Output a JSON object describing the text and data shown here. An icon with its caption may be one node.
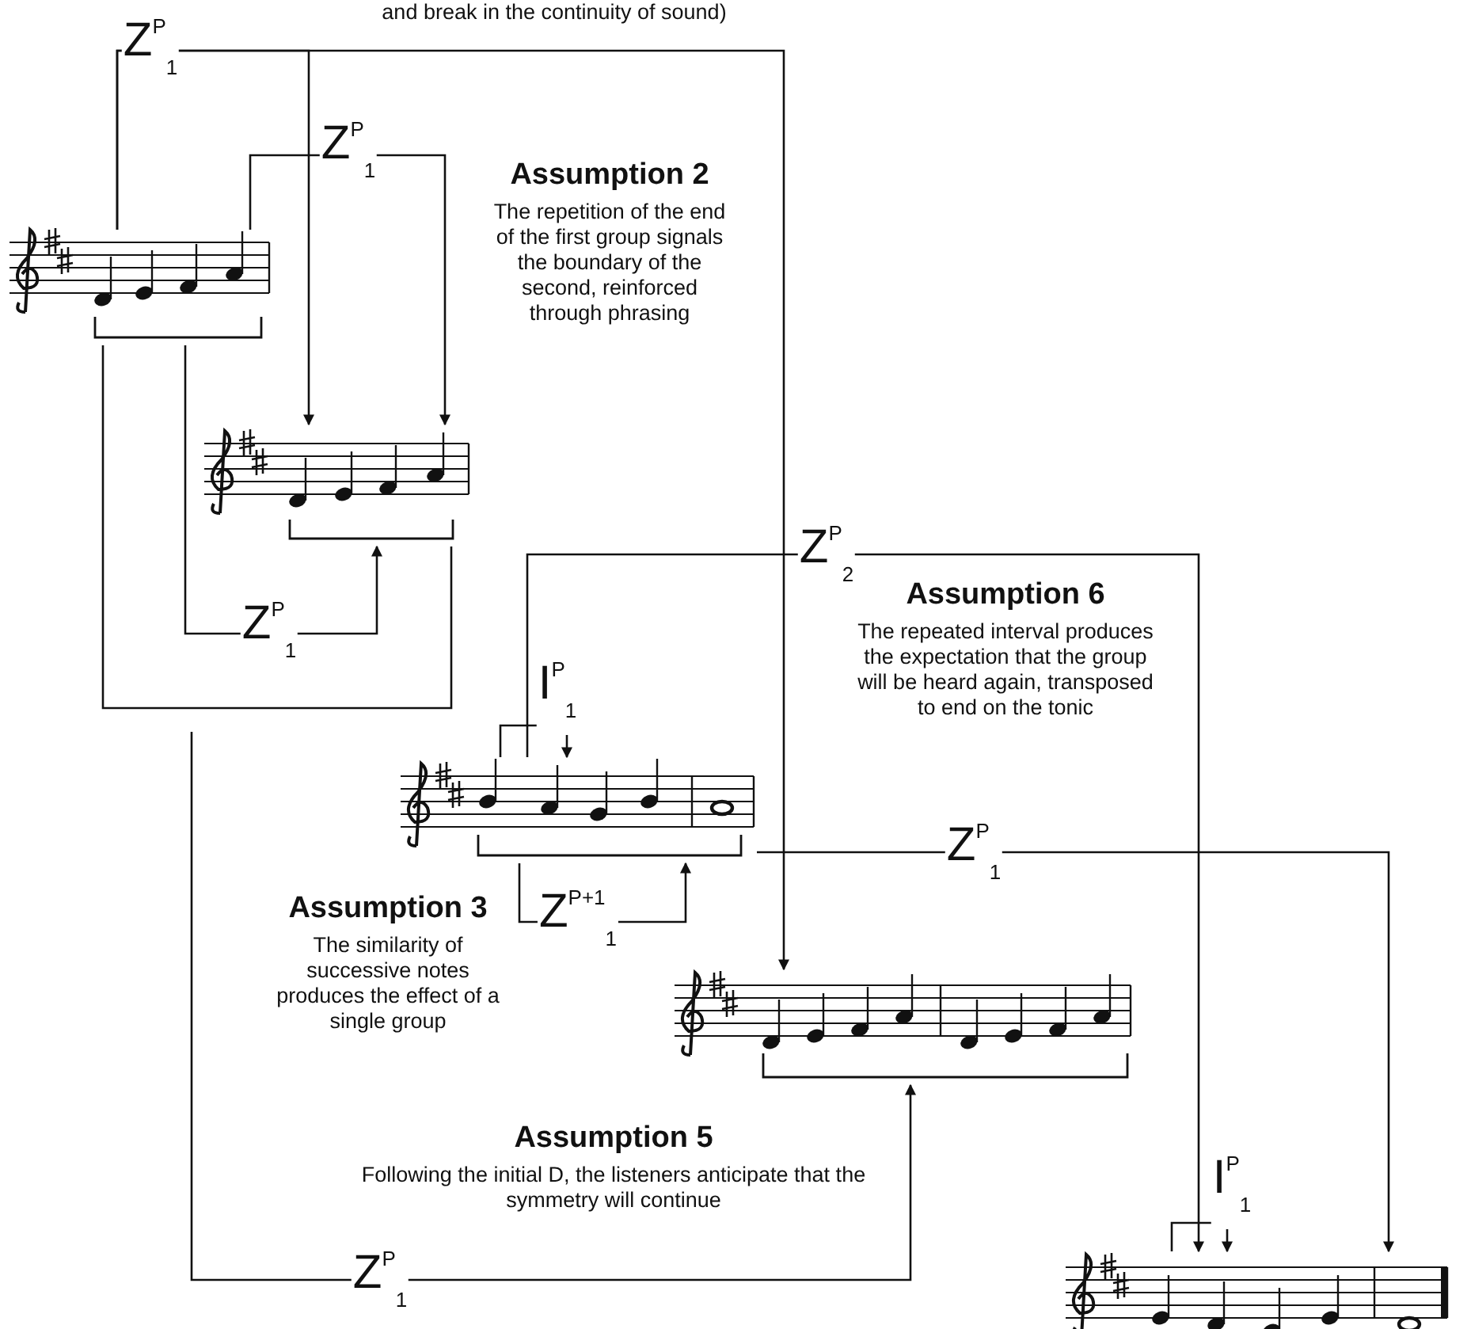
{
  "diagram": {
    "nodes": [
      {
        "text": [],
        "shape": "staff"
      },
      {
        "text": [],
        "shape": "staff"
      },
      {
        "text": [],
        "shape": "staff"
      },
      {
        "text": [],
        "shape": "staff"
      },
      {
        "text": [],
        "shape": "staff"
      }
    ],
    "edges": [
      {
        "from": 0,
        "to": 1,
        "arrow": "to",
        "label": "Z$^{P}$$_{1}$"
      },
      {
        "from": 0,
        "to": 3,
        "arrow": "to"
      },
      {
        "from": 0,
        "to": 1,
        "arrow": "to",
        "label": "Z$^{P}$$_{1}$"
      },
      {
        "from": 0,
        "to": 1,
        "arrow": "to",
        "label": "Z$^{P}$$_{1}$"
      },
      {
        "from": 0,
        "to": 1,
        "arrow": "none"
      },
      {
        "from": null,
        "to": 3,
        "arrow": "to",
        "label": "Z$^{P}$$_{1}$"
      },
      {
        "from": 2,
        "to": 4,
        "arrow": "to",
        "label": "Z$^{P}$$_{2}$"
      },
      {
        "from": 2,
        "to": 2,
        "arrow": "to",
        "label": "I$^{P}$$_{1}$"
      },
      {
        "from": 2,
        "to": 2,
        "arrow": "to",
        "label": "Z$^{P}$$^{+1}$$_{1}$"
      },
      {
        "from": 2,
        "to": 4,
        "arrow": "to",
        "label": "Z$^{P}$$_{1}$"
      },
      {
        "from": 4,
        "to": 4,
        "arrow": "to",
        "label": "I$^{P}$$_{1}$"
      }
    ],
    "labels": [
      "and break in the continuity of sound)",
      "Assumption 2",
      "The repetition of the end of the first group signals the boundary of the second, reinforced through phrasing",
      "Assumption 6",
      "The repeated interval produces the expectation that the group will be heard again, transposed to end on the tonic",
      "Assumption 3",
      "The similarity of successive notes produces the effect of a single group",
      "Assumption 5",
      "Following the initial D, the listeners anticipate that the symmetry will continue"
    ]
  }
}
